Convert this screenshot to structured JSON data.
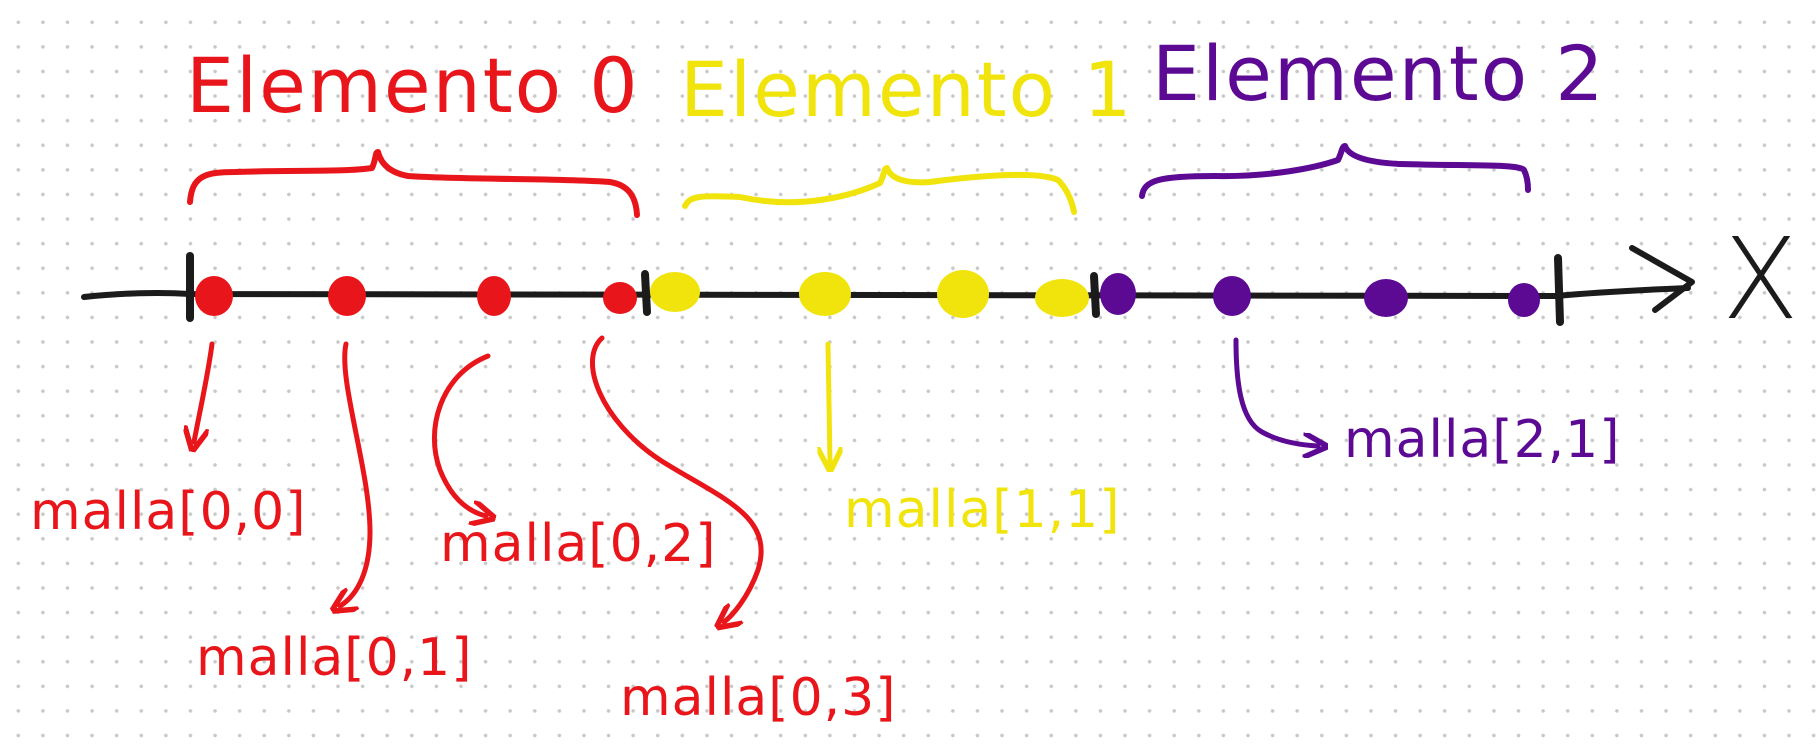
{
  "colors": {
    "element0": "#e8161b",
    "element1": "#f1e40c",
    "element2": "#5c0a94",
    "axis": "#1b1b1b"
  },
  "axis": {
    "label": "X"
  },
  "elements": [
    {
      "title": "Elemento 0",
      "color_key": "element0",
      "nodes": 4
    },
    {
      "title": "Elemento 1",
      "color_key": "element1",
      "nodes": 4
    },
    {
      "title": "Elemento 2",
      "color_key": "element2",
      "nodes": 4
    }
  ],
  "mesh_labels": [
    {
      "text": "malla[0,0]",
      "color_key": "element0"
    },
    {
      "text": "malla[0,1]",
      "color_key": "element0"
    },
    {
      "text": "malla[0,2]",
      "color_key": "element0"
    },
    {
      "text": "malla[0,3]",
      "color_key": "element0"
    },
    {
      "text": "malla[1,1]",
      "color_key": "element1"
    },
    {
      "text": "malla[2,1]",
      "color_key": "element2"
    }
  ]
}
